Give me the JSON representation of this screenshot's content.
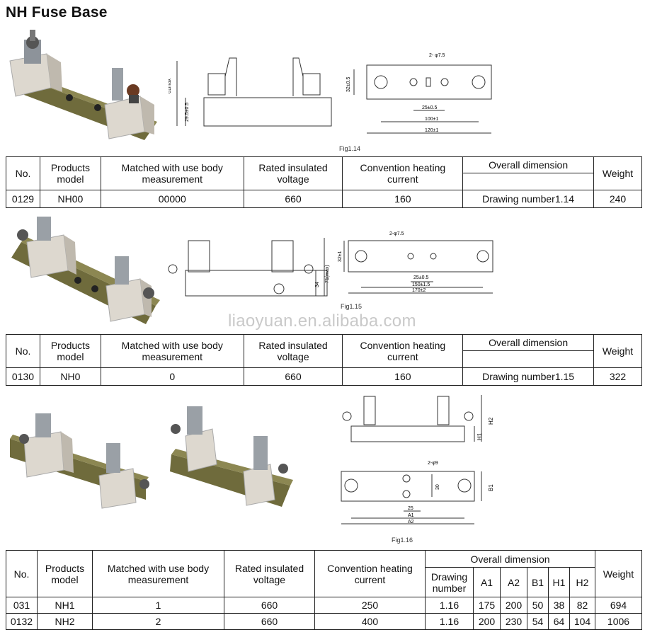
{
  "title": "NH Fuse Base",
  "watermark": "liaoyuan.en.alibaba.com",
  "drawing_labels": {
    "fig14": {
      "caption": "Fig1.14",
      "height_total": "61max",
      "height_base": "29.5±0.5",
      "hole": "2- φ7.5",
      "width_top": "32±0.5",
      "spacing": "25±0.5",
      "length_inner": "100±1",
      "length_total": "120±1"
    },
    "fig15": {
      "caption": "Fig1.15",
      "height_total": "71(max)",
      "height_base": "34",
      "hole": "2-φ7.5",
      "width_top": "32±1",
      "spacing": "25±0.5",
      "length_inner": "150±1.5",
      "length_total": "170±2"
    },
    "fig16": {
      "caption": "Fig1.16",
      "hole": "2-φ9",
      "h1": "H1",
      "h2": "H2",
      "b1": "B1",
      "thirty": "30",
      "spacing": "25",
      "a1": "A1",
      "a2": "A2"
    }
  },
  "table1": {
    "headers": {
      "no": "No.",
      "model": "Products model",
      "matched": "Matched with use body measurement",
      "voltage": "Rated insulated voltage",
      "current": "Convention heating current",
      "dimension": "Overall dimension",
      "weight": "Weight"
    },
    "row": {
      "no": "0129",
      "model": "NH00",
      "matched": "00000",
      "voltage": "660",
      "current": "160",
      "dimension": "Drawing number1.14",
      "weight": "240"
    }
  },
  "table2": {
    "headers": {
      "no": "No.",
      "model": "Products model",
      "matched": "Matched with use body measurement",
      "voltage": "Rated insulated voltage",
      "current": "Convention heating current",
      "dimension": "Overall dimension",
      "weight": "Weight"
    },
    "row": {
      "no": "0130",
      "model": "NH0",
      "matched": "0",
      "voltage": "660",
      "current": "160",
      "dimension": "Drawing number1.15",
      "weight": "322"
    }
  },
  "table3": {
    "headers": {
      "no": "No.",
      "model": "Products model",
      "matched": "Matched with use body measurement",
      "voltage": "Rated insulated voltage",
      "current": "Convention heating current",
      "dimension": "Overall dimension",
      "drawing": "Drawing number",
      "a1": "A1",
      "a2": "A2",
      "b1": "B1",
      "h1": "H1",
      "h2": "H2",
      "weight": "Weight"
    },
    "rows": [
      {
        "no": "031",
        "model": "NH1",
        "matched": "1",
        "voltage": "660",
        "current": "250",
        "drawing": "1.16",
        "a1": "175",
        "a2": "200",
        "b1": "50",
        "h1": "38",
        "h2": "82",
        "weight": "694"
      },
      {
        "no": "0132",
        "model": "NH2",
        "matched": "2",
        "voltage": "660",
        "current": "400",
        "drawing": "1.16",
        "a1": "200",
        "a2": "230",
        "b1": "54",
        "h1": "64",
        "h2": "104",
        "weight": "1006"
      }
    ]
  },
  "colors": {
    "ceramic": "#ddd8cf",
    "rail": "#7e7a45",
    "metal": "#9aa0a6",
    "line": "#333333"
  }
}
